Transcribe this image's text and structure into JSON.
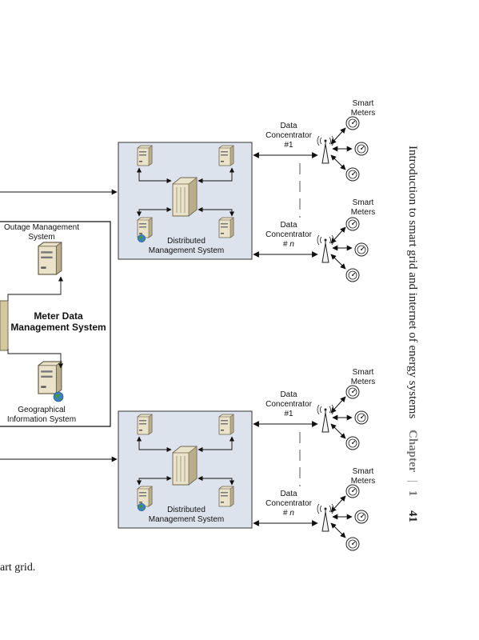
{
  "running_header": {
    "title": "Introduction to smart grid and internet of energy systems",
    "chapter_label": "Chapter",
    "separator": "|",
    "chapter_number": "1",
    "page_number": "41"
  },
  "caption": "art grid.",
  "mdms": {
    "title_line1": "Meter Data",
    "title_line2": "Management System",
    "outage_line1": "Outage Management",
    "outage_line2": "System",
    "gis_line1": "Geographical",
    "gis_line2": "Information System"
  },
  "upper_cluster": {
    "dms_line1": "Distributed",
    "dms_line2": "Management System",
    "concentrator_1": {
      "line1": "Data",
      "line2": "Concentrator",
      "line3": "#1"
    },
    "concentrator_n": {
      "line1": "Data",
      "line2": "Concentrator",
      "line3_prefix": "# ",
      "line3_var": "n"
    },
    "meters_1": {
      "line1": "Smart",
      "line2": "Meters"
    },
    "meters_n": {
      "line1": "Smart",
      "line2": "Meters"
    }
  },
  "lower_cluster": {
    "dms_line1": "Distributed",
    "dms_line2": "Management System",
    "concentrator_1": {
      "line1": "Data",
      "line2": "Concentrator",
      "line3": "#1"
    },
    "concentrator_n": {
      "line1": "Data",
      "line2": "Concentrator",
      "line3_prefix": "# ",
      "line3_var": "n"
    },
    "meters_1": {
      "line1": "Smart",
      "line2": "Meters"
    },
    "meters_n": {
      "line1": "Smart",
      "line2": "Meters"
    }
  },
  "icons": {
    "server": "server-icon",
    "main_server": "main-server-icon",
    "antenna": "antenna-tower-icon",
    "meter": "smart-meter-icon",
    "globe": "globe-icon"
  },
  "colors": {
    "dms_fill": "#dde3ec",
    "server_body": "#eae2c9",
    "server_dark": "#b9ad8b",
    "line": "#111111"
  }
}
